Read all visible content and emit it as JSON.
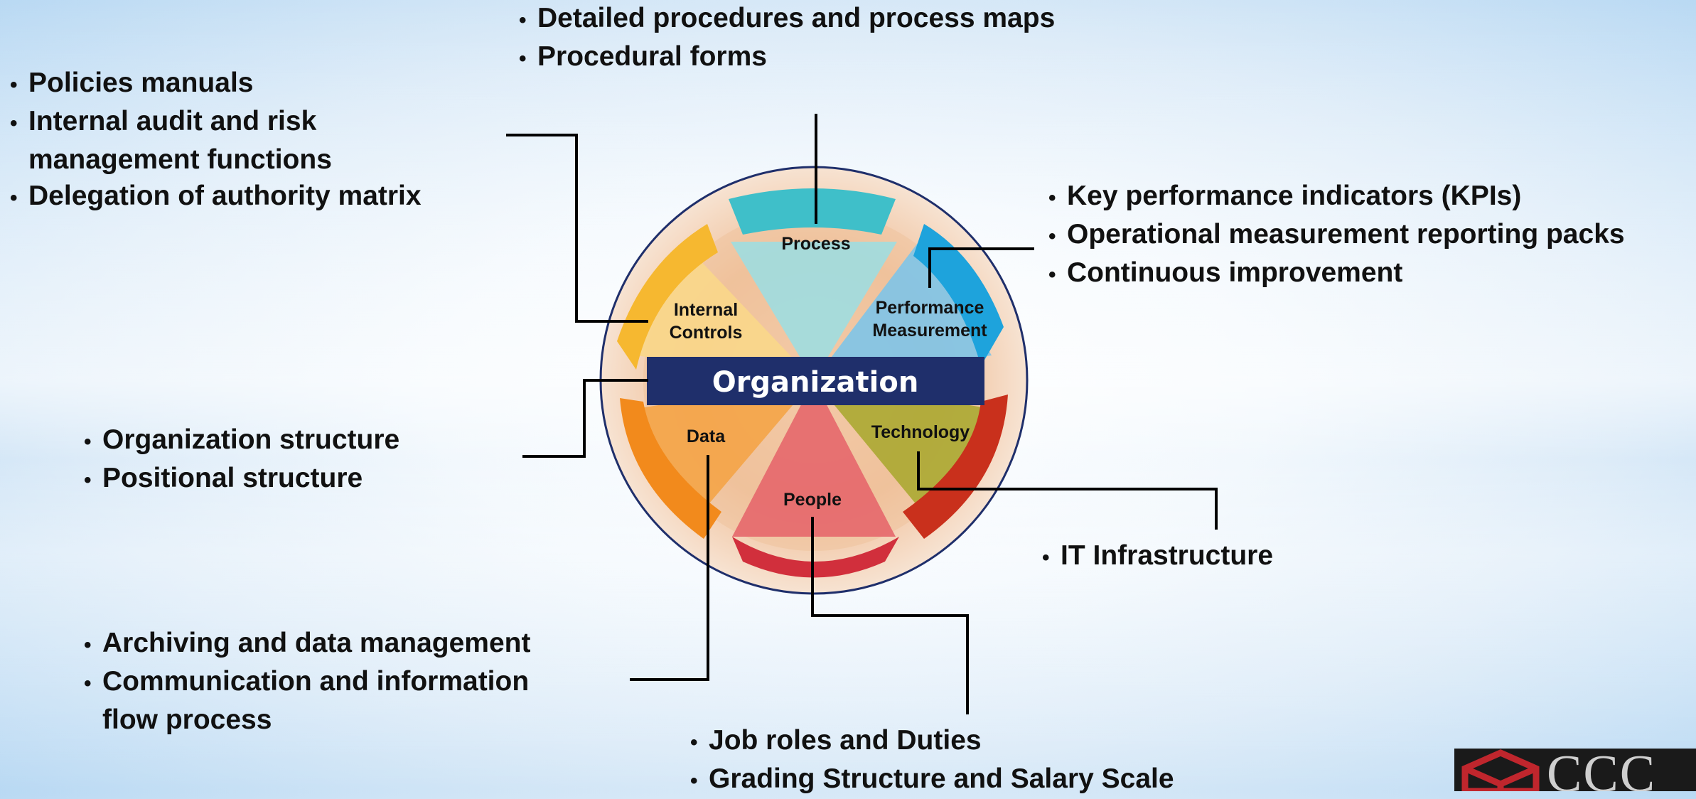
{
  "center": {
    "label": "Organization"
  },
  "segments": {
    "process": "Process",
    "performance_line1": "Performance",
    "performance_line2": "Measurement",
    "internal_line1": "Internal",
    "internal_line2": "Controls",
    "technology": "Technology",
    "data": "Data",
    "people": "People"
  },
  "callouts": {
    "process": [
      "Detailed procedures and process maps",
      "Procedural forms"
    ],
    "internal_controls": [
      "Policies manuals",
      "Internal audit and risk",
      "management functions",
      "Delegation of authority matrix"
    ],
    "performance": [
      "Key performance indicators (KPIs)",
      "Operational measurement reporting packs",
      "Continuous improvement"
    ],
    "organization": [
      "Organization structure",
      "Positional structure"
    ],
    "technology": [
      "IT Infrastructure"
    ],
    "data": [
      "Archiving and data management",
      "Communication and information",
      "flow process"
    ],
    "people": [
      "Job roles and Duties",
      "Grading Structure and Salary Scale"
    ]
  },
  "colors": {
    "process": "#3fbfc9",
    "performance": "#1ea3dc",
    "internal_controls": "#f6b830",
    "technology": "#c9301c",
    "data": "#f28a1c",
    "people": "#d12f3c",
    "center_bar": "#1f2f6b",
    "ring": "#1f2f6b"
  },
  "logo": {
    "text": "CCC",
    "icon": "cube-logo-icon"
  }
}
